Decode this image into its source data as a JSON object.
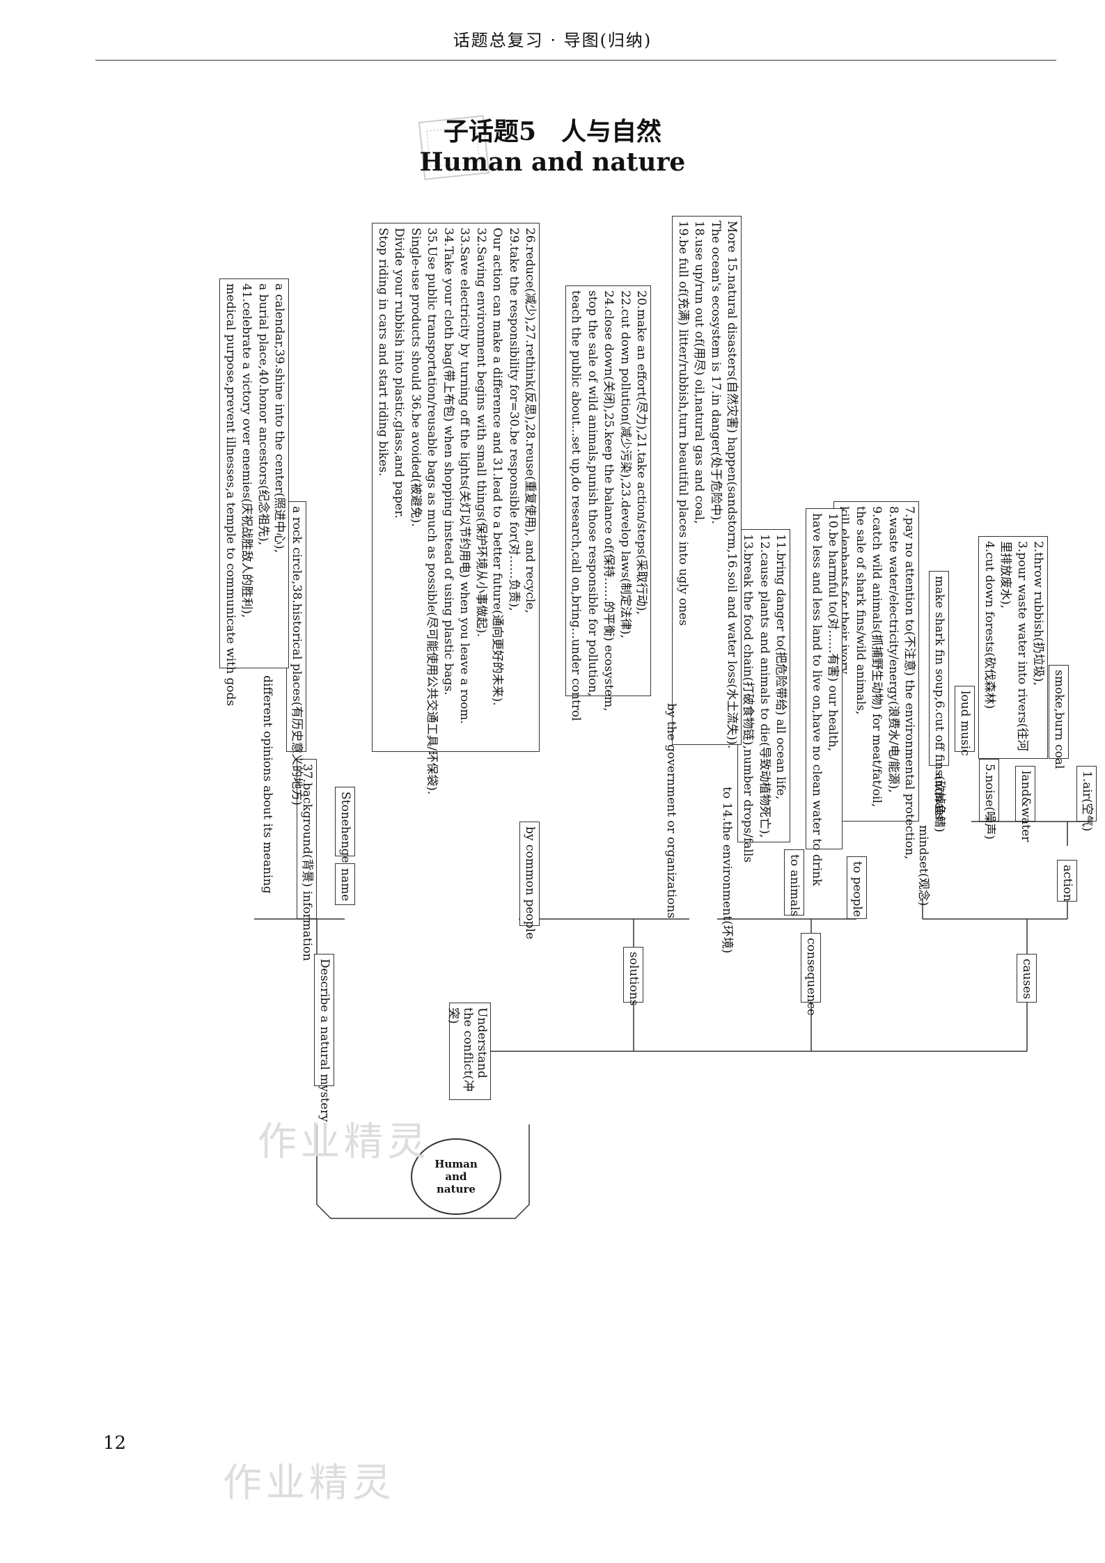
{
  "header": {
    "title": "话题总复习 · 导图(归纳)"
  },
  "topic": {
    "cn": "子话题5　人与自然",
    "en": "Human and nature"
  },
  "page_number": "12",
  "watermarks": [
    "作业精灵",
    "作业精灵"
  ],
  "center": {
    "label_lines": [
      "Human",
      "and",
      "nature"
    ]
  },
  "branches": {
    "understand": "Understand the conflict(冲突)",
    "describe": "Describe a natural mystery"
  },
  "understand": {
    "causes": "causes",
    "consequence": "consequence",
    "solutions": "solutions",
    "action": "action",
    "mindset": "mindset(观念)",
    "air": "1.air(空气)",
    "air_items": "smoke,burn coal",
    "land_water": "land&water",
    "land_water_items": [
      "2.throw rubbish(扔垃圾),",
      "3.pour waste water into rivers(往河里排放废水),",
      "4.cut down forests(砍伐森林)"
    ],
    "noise": "5.noise(噪声)",
    "noise_items": "loud music",
    "animals": "animals",
    "animals_items": "make shark fin soup,6.cut off fins(砍掉鱼鳍)",
    "mindset_items": [
      "7.pay no attention to(不注意) the environmental protection,",
      "8.waste water/electricity/energy(浪费水/电/能源),",
      "9.catch wild animals(抓捕野生动物) for meat/fat/oil,",
      "the sale of shark fins/wild animals,",
      "kill elephants for their ivory"
    ],
    "to_people": "to people",
    "to_people_items": [
      "10.be harmful to(对……有害) our health,",
      "have less and less land to live on,have no clean water to drink"
    ],
    "to_animals": "to animals",
    "to_animals_items": [
      "11.bring danger to(把危险带给) all ocean life,",
      "12.cause plants and animals to die(导致动植物死亡),",
      "13.break the food chain(打破食物链),number drops/falls"
    ],
    "to_env": "to 14.the environment(环境)",
    "to_env_items": [
      "More 15.natural disasters(自然灾害) happen(sandstorm,16.soil and water loss(水土流失)).",
      "The ocean's ecosystem is 17.in danger(处于危险中).",
      "18.use up/run out of(用尽) oil,natural gas and coal,",
      "19.be full of(充满) litter/rubbish,turn beautiful places into ugly ones"
    ],
    "by_gov": "by the government or organizations",
    "by_gov_items": [
      "20.make an effort(尽力),21.take action/steps(采取行动),",
      "22.cut down pollution(减少污染),23.develop laws(制定法律),",
      "24.close down(关闭),25.keep the balance of(保持……的平衡) ecosystem,",
      "stop the sale of wild animals,punish those responsible for pollution,",
      "teach the public about...set up,do research,call on,bring...under control"
    ],
    "by_common": "by common people",
    "by_common_items": [
      "26.reduce(减少),27.rethink(反思),28.reuse(重复使用), and recycle,",
      "29.take the responsibility for=30.be responsible for(对……负责),",
      "Our action can make a difference and 31.lead to a better future(通向更好的未来).",
      "32.Saving environment begins with small things(保护环境从小事做起).",
      "33.Save electricity by turning off the lights(关灯以节约用电) when you leave a room.",
      "34.Take your cloth bag(带上布包) when shopping instead of using plastic bags.",
      "35.Use public transportation/reusable bags as much as possible(尽可能使用公共交通工具/环保袋).",
      "Single-use products should 36.be avoided(被避免).",
      "Divide your rubbish into plastic,glass,and paper.",
      "Stop riding in cars and start riding bikes."
    ]
  },
  "describe": {
    "name": "name",
    "stonehenge": "Stonehenge",
    "background": "37.background(背景) information",
    "background_item": "a rock circle,38.historical places(有历史意义的地方)",
    "opinions": "different opinions about its meaning",
    "opinions_items": [
      "a calendar,39.shine into the center(照进中心),",
      "a burial place,40.honor ancestors(纪念祖先),",
      "41.celebrate a victory over enemies(庆祝战胜敌人的胜利),",
      "medical purpose,prevent illnesses,a temple to communicate with gods"
    ]
  }
}
